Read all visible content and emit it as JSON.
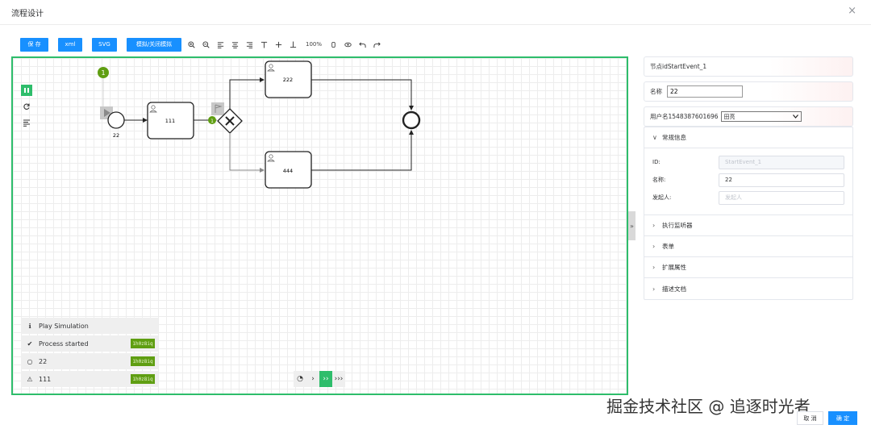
{
  "dialog": {
    "title": "流程设计",
    "close_glyph": "×"
  },
  "toolbar": {
    "buttons": [
      "保 存",
      "xml",
      "SVG",
      "模拟/关闭模拟"
    ],
    "icons": [
      "zoom-in-icon",
      "zoom-out-icon",
      "align-left-icon",
      "align-center-icon",
      "align-right-icon",
      "align-top-icon",
      "align-middle-icon",
      "align-bottom-icon",
      "clear-icon",
      "preview-icon",
      "undo-icon",
      "redo-icon"
    ],
    "zoom": "100%"
  },
  "diagram": {
    "token_count": "1",
    "start_event_label": "22",
    "tasks": [
      "111",
      "222",
      "444"
    ]
  },
  "simulation_log": {
    "rows": [
      {
        "icon": "info-icon",
        "glyph": "ℹ",
        "text": "Play Simulation",
        "badge": ""
      },
      {
        "icon": "check-circle-icon",
        "glyph": "✔",
        "text": "Process started",
        "badge": "1h0z8iq"
      },
      {
        "icon": "start-event-icon",
        "glyph": "○",
        "text": "22",
        "badge": "1h0z8iq"
      },
      {
        "icon": "user-task-icon",
        "glyph": "⚠",
        "text": "111",
        "badge": "1h0z8iq"
      }
    ]
  },
  "sim_controls": {
    "speed_glyph": "◔",
    "prev": "›",
    "play": "››",
    "fast": "›››"
  },
  "panel": {
    "node_id_label": "节点idStartEvent_1",
    "name_label": "名称",
    "name_value": "22",
    "user_label": "用户名1548387601696",
    "user_value": "田亮",
    "general_title": "常规信息",
    "fields": {
      "id_label": "ID:",
      "id_value": "StartEvent_1",
      "name_label": "名称:",
      "name_value": "22",
      "initiator_label": "发起人:",
      "initiator_placeholder": "发起人"
    },
    "sections": [
      "执行监听器",
      "表单",
      "扩展属性",
      "描述文档"
    ]
  },
  "collapse_handle": "»",
  "watermark": "掘金技术社区 @ 追逐时光者",
  "footer": {
    "cancel": "取 消",
    "ok": "确 定"
  },
  "colors": {
    "primary": "#1890ff",
    "canvas_border": "#2ebd6b",
    "badge": "#5f9e12"
  }
}
